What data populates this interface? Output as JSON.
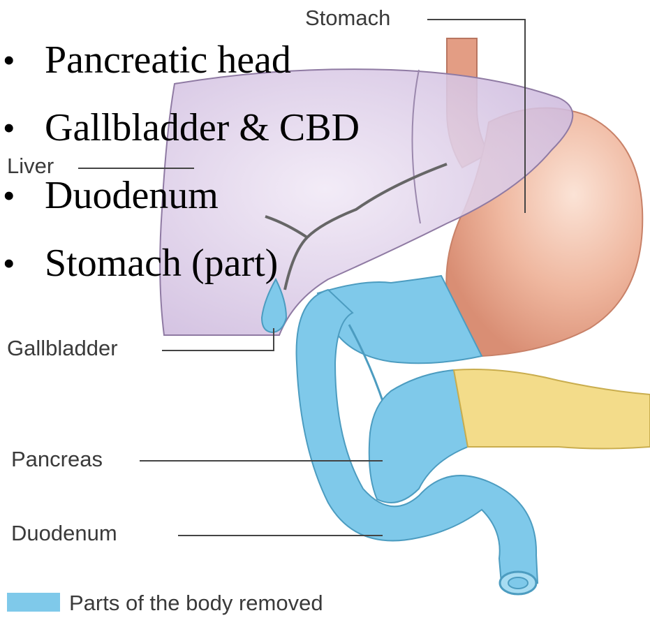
{
  "bullets": [
    "Pancreatic head",
    "Gallbladder & CBD",
    "Duodenum",
    "Stomach (part)"
  ],
  "labels": {
    "stomach": "Stomach",
    "liver": "Liver",
    "gallbladder": "Gallbladder",
    "pancreas": "Pancreas",
    "duodenum": "Duodenum"
  },
  "legend": {
    "text": "Parts of the body removed",
    "color": "#7fc9ea"
  },
  "colors": {
    "liver": "#d9c9e6",
    "stomach": "#e9a98e",
    "removed": "#7fc9ea",
    "pancreas_tail": "#f3dc8a"
  }
}
